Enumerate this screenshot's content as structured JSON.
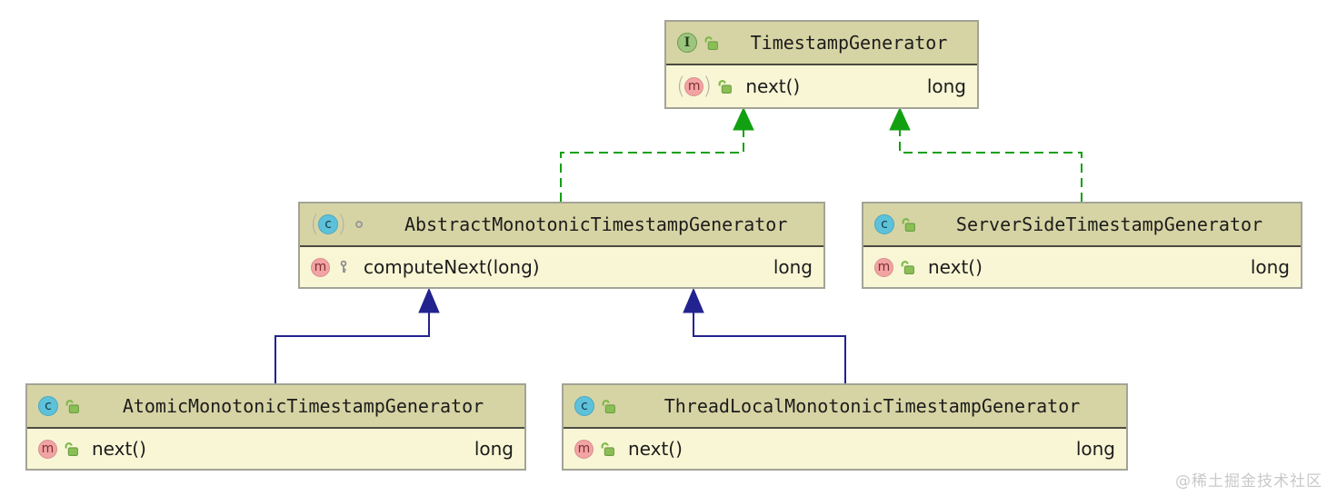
{
  "colors": {
    "canvas_bg": "#ffffff",
    "header_bg": "#d6d4a4",
    "body_bg": "#f8f6d5",
    "node_border": "#a3a396",
    "divider": "#4b4b41",
    "text": "#1c1c1c",
    "interface_icon": "#9dc57f",
    "class_icon": "#5ec1da",
    "method_icon": "#f2a3a3",
    "lock_green": "#7cb848",
    "key_gray": "#8d8d8d",
    "implements_edge": "#12a012",
    "extends_edge": "#23238f",
    "watermark": "#c9c9c9"
  },
  "nodes": [
    {
      "id": "timestamp-generator",
      "kind": "interface",
      "kind_icon": "interface-icon",
      "kind_letter": "I",
      "visibility": "public",
      "visibility_icon": "public-lock-icon",
      "title": "TimestampGenerator",
      "members": [
        {
          "icon": "abstract-method-icon",
          "icon_letter": "m",
          "visibility": "public",
          "visibility_icon": "public-lock-icon",
          "name": "next()",
          "type": "long"
        }
      ]
    },
    {
      "id": "abstract-monotonic-timestamp-generator",
      "kind": "abstract-class",
      "kind_icon": "abstract-class-icon",
      "kind_letter": "c",
      "visibility": "package-private",
      "visibility_icon": "package-private-icon",
      "title": "AbstractMonotonicTimestampGenerator",
      "members": [
        {
          "icon": "method-icon",
          "icon_letter": "m",
          "visibility": "protected",
          "visibility_icon": "protected-key-icon",
          "name": "computeNext(long)",
          "type": "long"
        }
      ]
    },
    {
      "id": "server-side-timestamp-generator",
      "kind": "class",
      "kind_icon": "class-icon",
      "kind_letter": "c",
      "visibility": "public",
      "visibility_icon": "public-lock-icon",
      "title": "ServerSideTimestampGenerator",
      "members": [
        {
          "icon": "method-icon",
          "icon_letter": "m",
          "visibility": "public",
          "visibility_icon": "public-lock-icon",
          "name": "next()",
          "type": "long"
        }
      ]
    },
    {
      "id": "atomic-monotonic-timestamp-generator",
      "kind": "class",
      "kind_icon": "class-icon",
      "kind_letter": "c",
      "visibility": "public",
      "visibility_icon": "public-lock-icon",
      "title": "AtomicMonotonicTimestampGenerator",
      "members": [
        {
          "icon": "method-icon",
          "icon_letter": "m",
          "visibility": "public",
          "visibility_icon": "public-lock-icon",
          "name": "next()",
          "type": "long"
        }
      ]
    },
    {
      "id": "thread-local-monotonic-timestamp-generator",
      "kind": "class",
      "kind_icon": "class-icon",
      "kind_letter": "c",
      "visibility": "public",
      "visibility_icon": "public-lock-icon",
      "title": "ThreadLocalMonotonicTimestampGenerator",
      "members": [
        {
          "icon": "method-icon",
          "icon_letter": "m",
          "visibility": "public",
          "visibility_icon": "public-lock-icon",
          "name": "next()",
          "type": "long"
        }
      ]
    }
  ],
  "edges": [
    {
      "from": "AbstractMonotonicTimestampGenerator",
      "to": "TimestampGenerator",
      "relation": "implements",
      "style": "dashed-green-hollowless-triangle"
    },
    {
      "from": "ServerSideTimestampGenerator",
      "to": "TimestampGenerator",
      "relation": "implements",
      "style": "dashed-green-hollowless-triangle"
    },
    {
      "from": "AtomicMonotonicTimestampGenerator",
      "to": "AbstractMonotonicTimestampGenerator",
      "relation": "extends",
      "style": "solid-navy-triangle"
    },
    {
      "from": "ThreadLocalMonotonicTimestampGenerator",
      "to": "AbstractMonotonicTimestampGenerator",
      "relation": "extends",
      "style": "solid-navy-triangle"
    }
  ],
  "watermark": "@稀土掘金技术社区"
}
